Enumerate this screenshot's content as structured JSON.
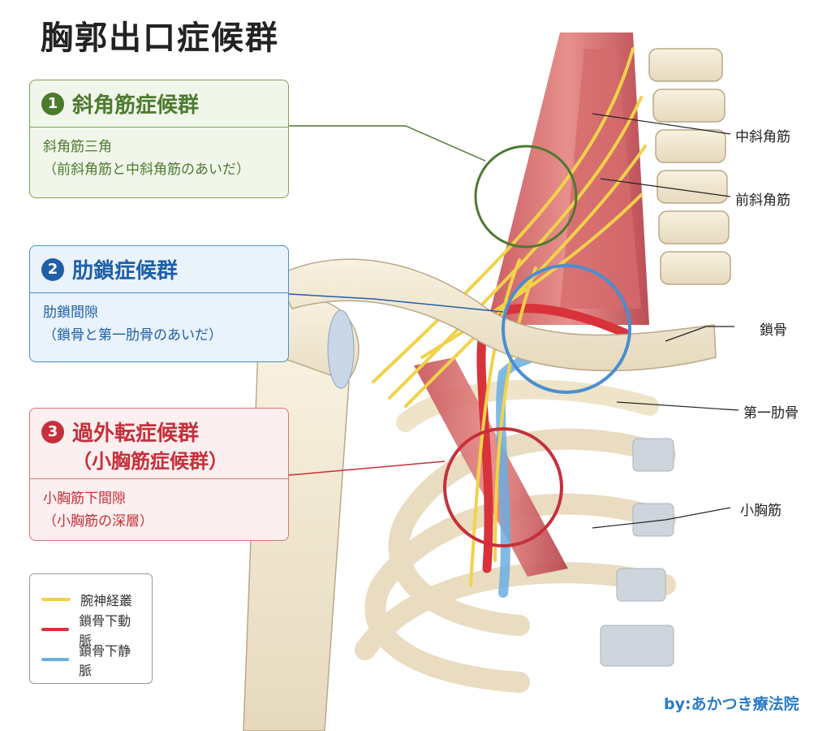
{
  "title": "胸郭出口症候群",
  "sections": [
    {
      "num": "1",
      "heading": "斜角筋症候群",
      "body_line1": "斜角筋三角",
      "body_line2": "（前斜角筋と中斜角筋のあいだ）"
    },
    {
      "num": "2",
      "heading": "肋鎖症候群",
      "body_line1": "肋鎖間隙",
      "body_line2": "（鎖骨と第一肋骨のあいだ）"
    },
    {
      "num": "3",
      "heading": "過外転症候群",
      "subheading": "（小胸筋症候群）",
      "body_line1": "小胸筋下間隙",
      "body_line2": "（小胸筋の深層）"
    }
  ],
  "legend": [
    {
      "label": "腕神経叢",
      "color": "#f2d24a"
    },
    {
      "label": "鎖骨下動脈",
      "color": "#d8323b"
    },
    {
      "label": "鎖骨下静脈",
      "color": "#6aaee0"
    }
  ],
  "labels": {
    "middle_scalene": "中斜角筋",
    "anterior_scalene": "前斜角筋",
    "clavicle": "鎖骨",
    "first_rib": "第一肋骨",
    "pectoralis_minor": "小胸筋"
  },
  "credit": "by:あかつき療法院",
  "colors": {
    "green": "#4c7a2e",
    "blue": "#1f5fa8",
    "red": "#c5303a"
  }
}
